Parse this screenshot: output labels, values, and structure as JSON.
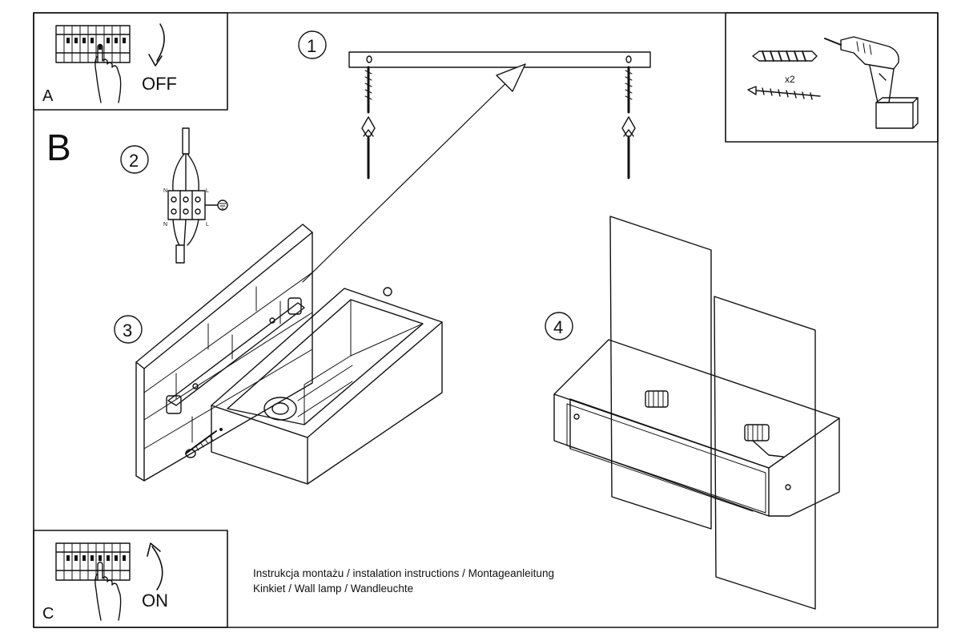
{
  "panels": {
    "a": {
      "letter": "A",
      "state": "OFF"
    },
    "b": {
      "letter": "B"
    },
    "c": {
      "letter": "C",
      "state": "ON"
    }
  },
  "steps": [
    "1",
    "2",
    "3",
    "4"
  ],
  "tools": {
    "quantity": "x2"
  },
  "wiring": {
    "neutral": "N",
    "live": "L"
  },
  "caption": {
    "line1": "Instrukcja montażu / instalation instructions / Montageanleitung",
    "line2": "Kinkiet / Wall lamp / Wandleuchte"
  },
  "colors": {
    "ink": "#111111",
    "paper": "#ffffff"
  }
}
